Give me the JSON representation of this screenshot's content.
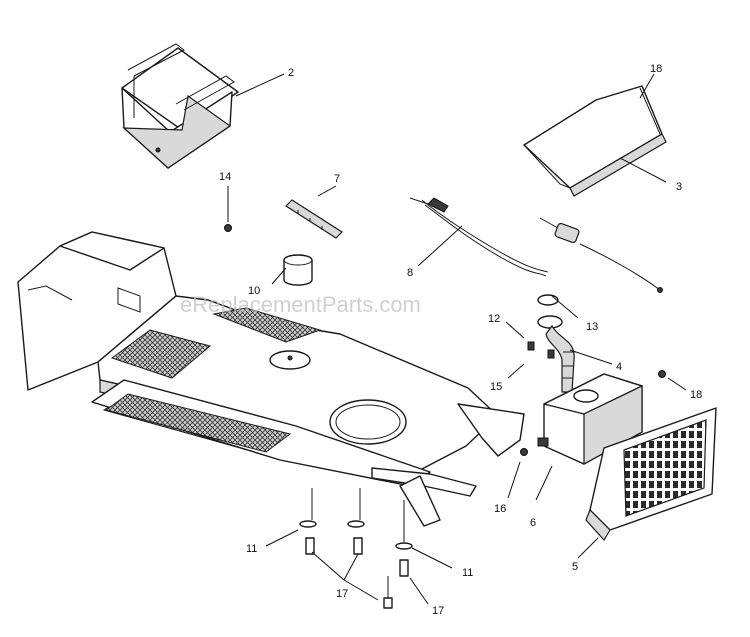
{
  "watermark": "eReplacementParts.com",
  "callouts": {
    "c2": "2",
    "c18a": "18",
    "c3": "3",
    "c14": "14",
    "c7": "7",
    "c8": "8",
    "c10": "10",
    "c12": "12",
    "c13": "13",
    "c4": "4",
    "c15": "15",
    "c18b": "18",
    "c16": "16",
    "c6": "6",
    "c5": "5",
    "c11a": "11",
    "c11b": "11",
    "c17a": "17",
    "c17b": "17"
  }
}
